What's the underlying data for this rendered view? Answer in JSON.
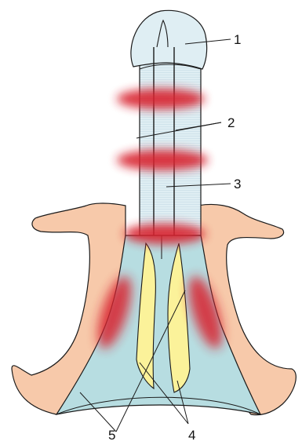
{
  "labels": {
    "l1": "1",
    "l2": "2",
    "l3": "3",
    "l4": "4",
    "l5": "5"
  },
  "colors": {
    "bone": "#f7c9aa",
    "shaft": "#dfeef3",
    "base": "#b7dde1",
    "crura": "#fbf29a",
    "inflammation": "#d8202f",
    "outline": "#1a1a1a"
  },
  "icons": {
    "inflammation_marks": "red-blur-ellipse"
  }
}
